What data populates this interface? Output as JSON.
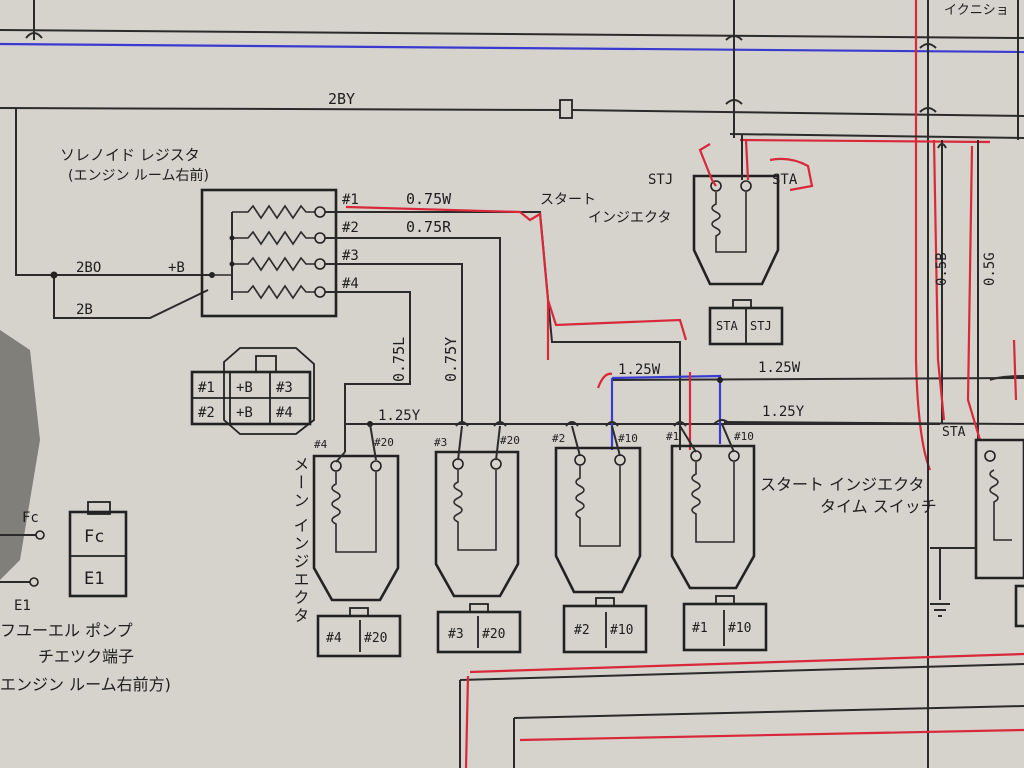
{
  "labels": {
    "ignition_title": "イクニショ",
    "wire_2by": "2BY",
    "solenoid_resistor_title": "ソレノイド レジスタ",
    "solenoid_resistor_sub": "(エンジン ルーム右前)",
    "pin_1": "#1",
    "pin_2": "#2",
    "pin_3": "#3",
    "pin_4": "#4",
    "wire_075w": "0.75W",
    "wire_075r": "0.75R",
    "start_injector_title": "スタート",
    "start_injector_sub": "インジエクタ",
    "stj": "STJ",
    "sta": "STA",
    "wire_2bo": "2BO",
    "plus_b": "+B",
    "wire_2b": "2B",
    "wire_075l": "0.75L",
    "wire_075y": "0.75Y",
    "wire_125w_left": "1.25W",
    "wire_125w_right": "1.25W",
    "wire_125y_left": "1.25Y",
    "wire_125y_right": "1.25Y",
    "wire_05b": "0.5B",
    "wire_05g": "0.5G",
    "sta_right": "STA",
    "main_injector_label": "メーン インジエクタ",
    "timer_switch_title": "スタート インジエクタ",
    "timer_switch_sub": "タイム スイッチ",
    "fc": "Fc",
    "e1": "E1",
    "fuel_pump_title": "フユーエル ポンプ",
    "fuel_pump_sub": "チエツク端子",
    "fuel_pump_loc": "エンジン ルーム右前方)"
  },
  "connector_cells": [
    "#1",
    "+B",
    "#3",
    "#2",
    "+B",
    "#4"
  ],
  "start_connector": [
    "STA",
    "STJ"
  ],
  "injectors": [
    {
      "left_pin": "#4",
      "right_pin": "#20",
      "plug_a": "#4",
      "plug_b": "#20"
    },
    {
      "left_pin": "#3",
      "right_pin": "#20",
      "plug_a": "#3",
      "plug_b": "#20"
    },
    {
      "left_pin": "#2",
      "right_pin": "#10",
      "plug_a": "#2",
      "plug_b": "#10"
    },
    {
      "left_pin": "#1",
      "right_pin": "#10",
      "plug_a": "#1",
      "plug_b": "#10"
    }
  ],
  "colors": {
    "paper": "#d6d3cc",
    "ink": "#222222",
    "red_marker": "#d8283a",
    "blue_marker": "#3a3ad0"
  }
}
